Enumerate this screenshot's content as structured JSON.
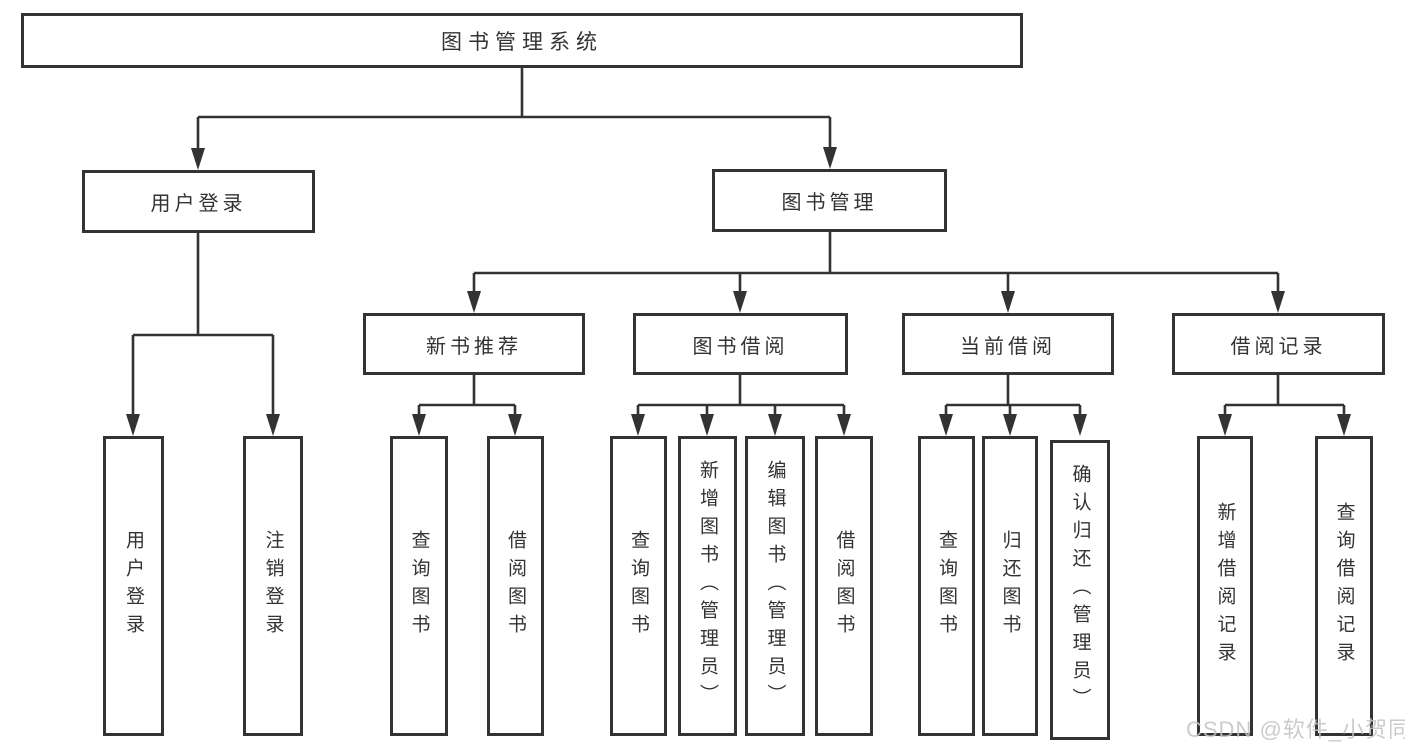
{
  "tree": {
    "label": "图书管理系统",
    "children": [
      {
        "label": "用户登录",
        "children": [
          {
            "label": "用户登录"
          },
          {
            "label": "注销登录"
          }
        ]
      },
      {
        "label": "图书管理",
        "children": [
          {
            "label": "新书推荐",
            "children": [
              {
                "label": "查询图书"
              },
              {
                "label": "借阅图书"
              }
            ]
          },
          {
            "label": "图书借阅",
            "children": [
              {
                "label": "查询图书"
              },
              {
                "label": "新增图书（管理员）"
              },
              {
                "label": "编辑图书（管理员）"
              },
              {
                "label": "借阅图书"
              }
            ]
          },
          {
            "label": "当前借阅",
            "children": [
              {
                "label": "查询图书"
              },
              {
                "label": "归还图书"
              },
              {
                "label": "确认归还（管理员）"
              }
            ]
          },
          {
            "label": "借阅记录",
            "children": [
              {
                "label": "新增借阅记录"
              },
              {
                "label": "查询借阅记录"
              }
            ]
          }
        ]
      }
    ]
  },
  "watermark": {
    "text": "CSDN @软件_小贺同学",
    "color": "#c3c3c3"
  },
  "colors": {
    "line": "#333333",
    "box_border": "#333333",
    "box_fill": "#ffffff",
    "background": "#ffffff",
    "text": "#333333"
  }
}
